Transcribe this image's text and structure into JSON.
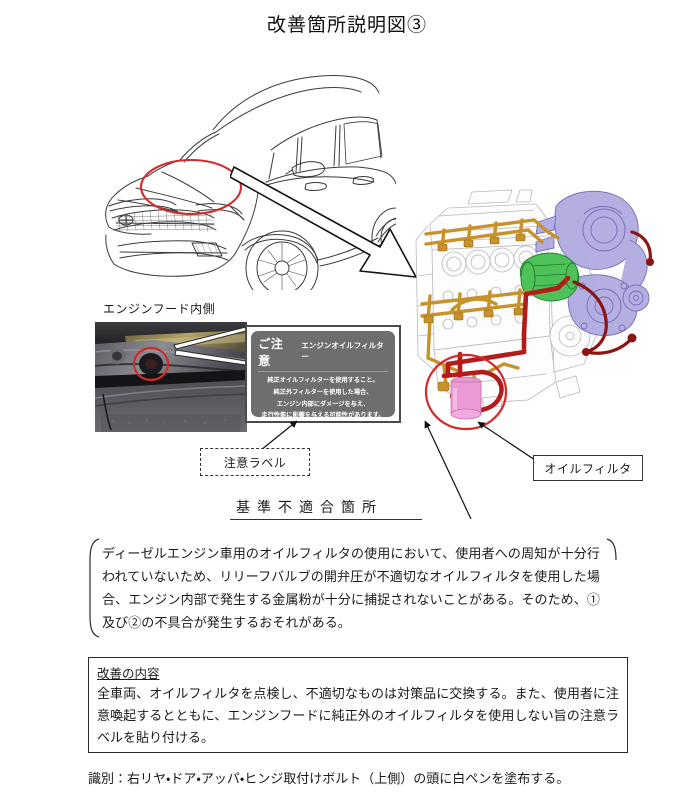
{
  "page": {
    "title": "改善箇所説明図③"
  },
  "car_figure": {
    "name": "vehicle-line-drawing",
    "highlight_color": "#d42a2a"
  },
  "hood": {
    "caption": "エンジンフード内側",
    "photo_name": "engine-hood-underside-photo",
    "highlight_color": "#d42a2a"
  },
  "warning_label": {
    "title": "ご注意",
    "subtitle": "エンジンオイルフィルター",
    "body_lines": [
      "純正オイルフィルターを使用すること。",
      "純正外フィルターを使用した場合、",
      "エンジン内部にダメージを与え、",
      "走行性能に影響を与える可能性があります。"
    ],
    "background_color": "#6e6e6e",
    "text_color": "#ffffff"
  },
  "callouts": {
    "caution_label": "注意ラベル",
    "oil_filter": "オイルフィルタ",
    "nonconformance": "基準不適合箇所"
  },
  "engine_figure": {
    "name": "diesel-engine-oil-circuit-diagram",
    "colors": {
      "turbocharger": "#a9a4dd",
      "egr_cooler": "#3cb44a",
      "oil_gallery": "#c8922a",
      "oil_pipe": "#b41b1b",
      "oil_filter": "#e886c8",
      "highlight": "#d42a2a"
    }
  },
  "description": {
    "text": "ディーゼルエンジン車用のオイルフィルタの使用において、使用者への周知が十分行われていないため、リリーフバルブの開弁圧が不適切なオイルフィルタを使用した場合、エンジン内部で発生する金属粉が十分に捕捉されないことがある。そのため、①及び②の不具合が発生するおそれがある。"
  },
  "improvement": {
    "heading": "改善の内容",
    "text": "全車両、オイルフィルタを点検し、不適切なものは対策品に交換する。また、使用者に注意喚起するとともに、エンジンフードに純正外のオイルフィルタを使用しない旨の注意ラベルを貼り付ける。"
  },
  "identification": {
    "text": "識別：右リヤ・ドア・アッパ・ヒンジ取付けボルト（上側）の頭に白ペンを塗布する。"
  }
}
